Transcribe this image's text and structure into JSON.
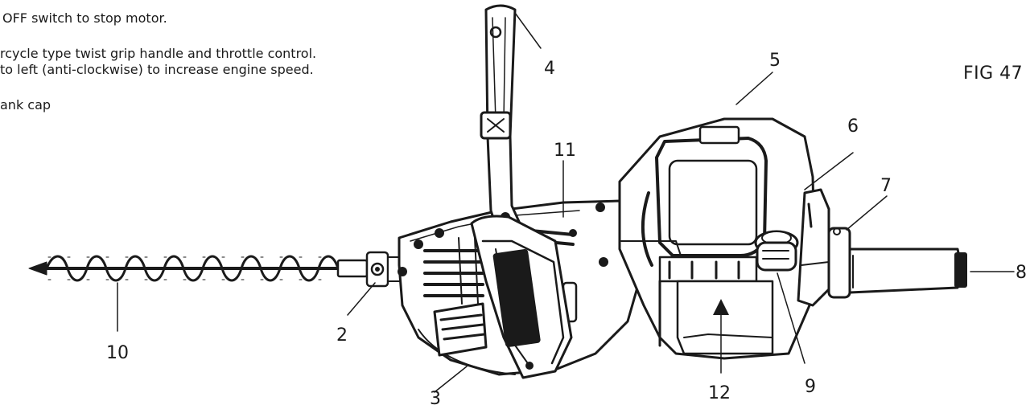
{
  "captions": [
    "OFF switch to stop motor.",
    "rcycle type twist grip handle and throttle control.",
    "to left (anti-clockwise) to increase engine speed.",
    "ank cap"
  ],
  "figure_label": "FIG 47",
  "callouts": [
    "4",
    "5",
    "11",
    "6",
    "7",
    "8",
    "2",
    "10",
    "12",
    "9",
    "3"
  ]
}
